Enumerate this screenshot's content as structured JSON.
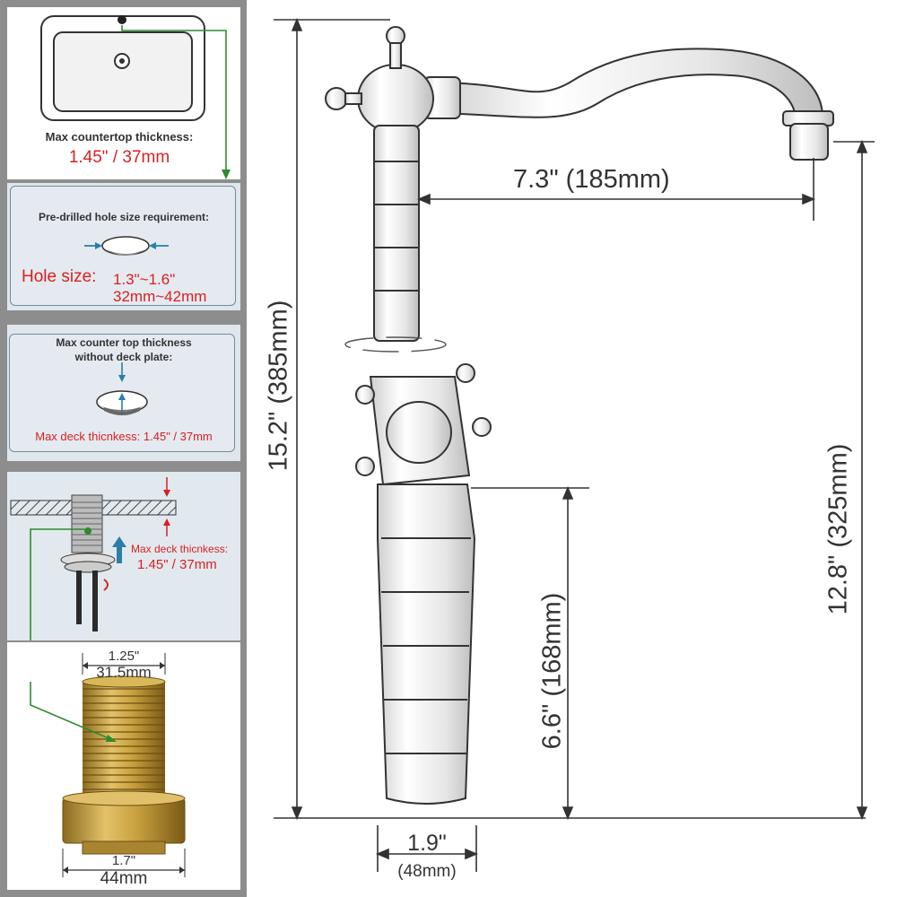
{
  "panels": {
    "countertop": {
      "title": "Max countertop thickness:",
      "value": "1.45\" / 37mm"
    },
    "hole": {
      "title": "Pre-drilled hole size requirement:",
      "label": "Hole size:",
      "value_in": "1.3\"~1.6\"",
      "value_mm": "32mm~42mm"
    },
    "no_deck": {
      "title_line1": "Max counter top thickness",
      "title_line2": "without deck plate:",
      "value": "Max deck thicnkess: 1.45\" / 37mm"
    },
    "install": {
      "label": "Max deck thicnkess:",
      "value": "1.45\" / 37mm"
    },
    "shank": {
      "top_in": "1.25\"",
      "top_mm": "31.5mm",
      "bottom_in": "1.7\"",
      "bottom_mm": "44mm"
    }
  },
  "dimensions": {
    "total_height": "15.2\" (385mm)",
    "spout_reach": "7.3\" (185mm)",
    "spout_height": "12.8\" (325mm)",
    "handle_height": "6.6\" (168mm)",
    "base_width_in": "1.9\"",
    "base_width_mm": "(48mm)"
  },
  "colors": {
    "accent_red": "#d92020",
    "arrow_green": "#2e8b2e",
    "arrow_blue": "#2a7fa6",
    "brass": "#c9a13f",
    "line_dark": "#333333"
  }
}
